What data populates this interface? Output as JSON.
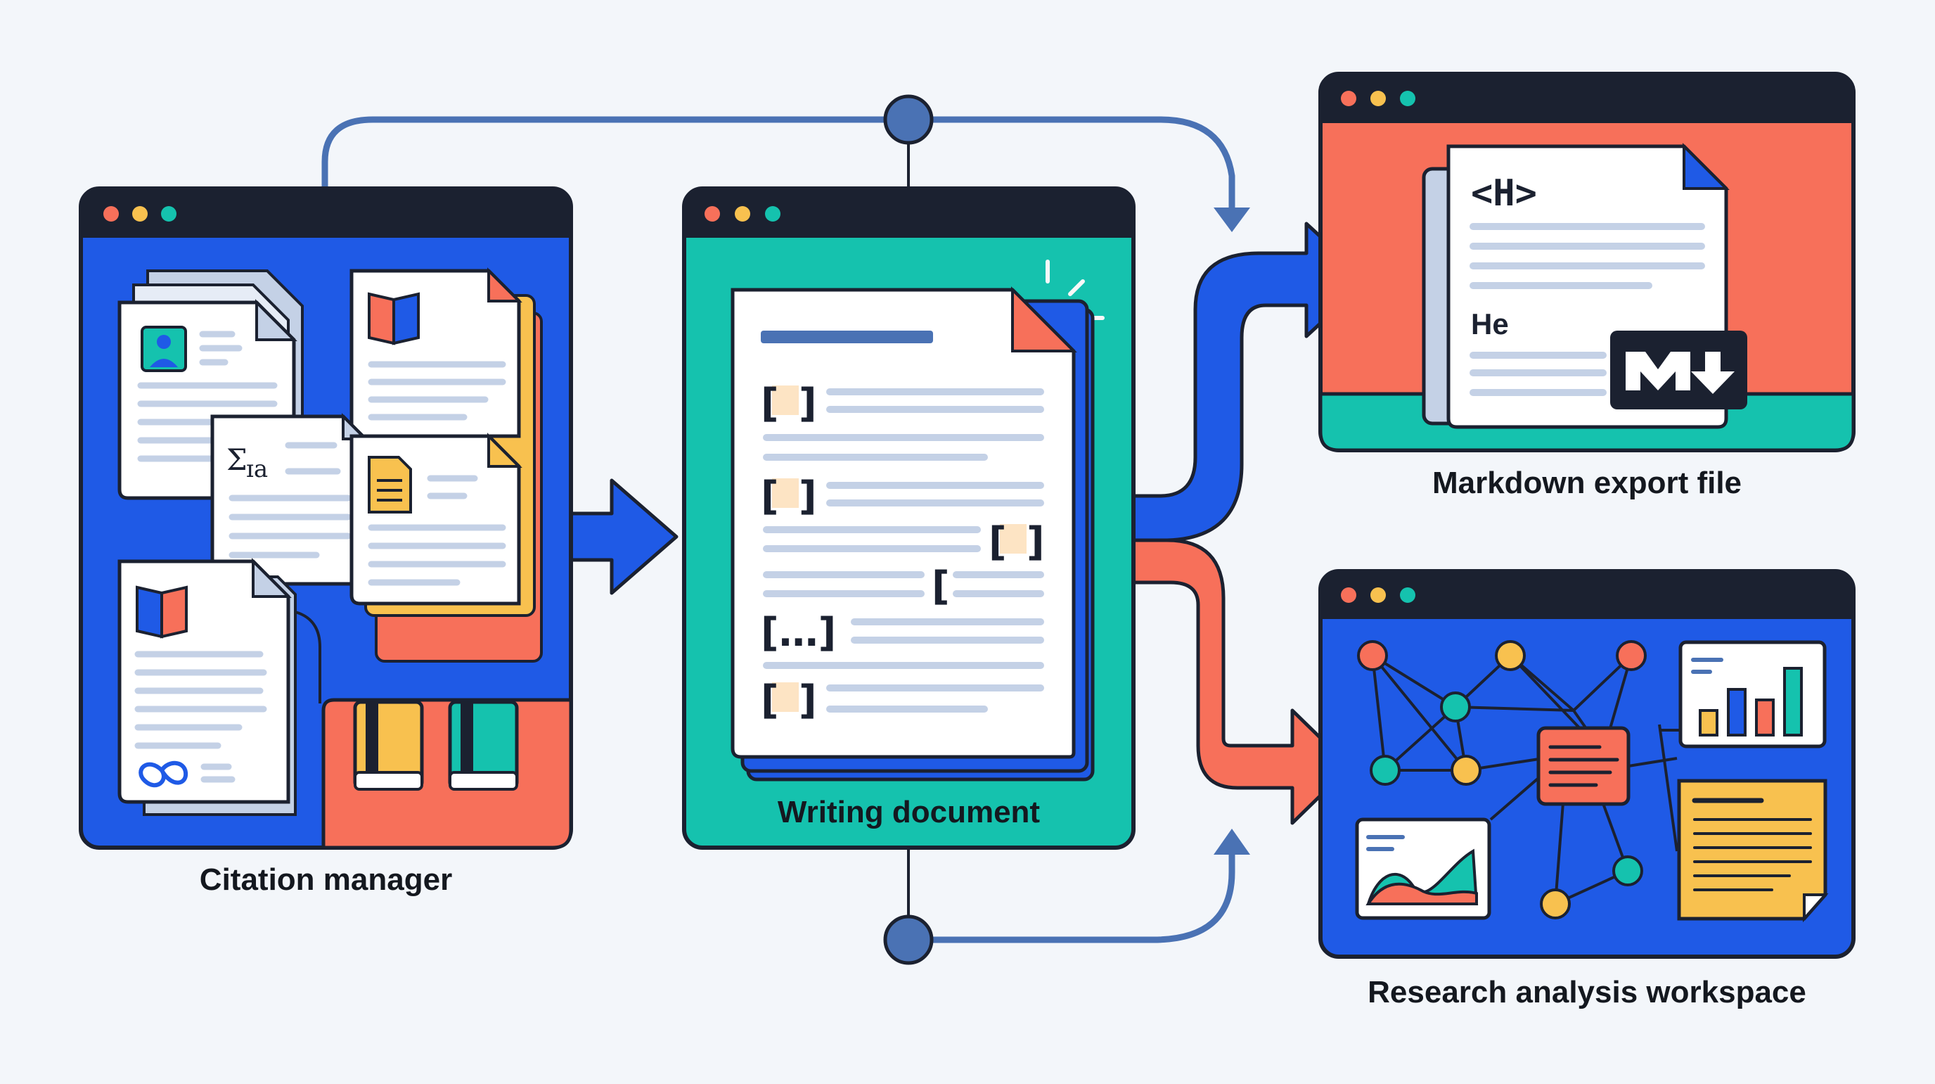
{
  "diagram": {
    "nodes": {
      "citation_manager": {
        "label": "Citation manager"
      },
      "writing_document": {
        "label": "Writing document"
      },
      "markdown_export": {
        "label": "Markdown export file",
        "code_heading": "<H>",
        "heading_text": "He"
      },
      "research_workspace": {
        "label": "Research analysis workspace"
      }
    },
    "edges": [
      {
        "from": "citation_manager",
        "to": "writing_document"
      },
      {
        "from": "writing_document",
        "to": "markdown_export"
      },
      {
        "from": "writing_document",
        "to": "research_workspace"
      },
      {
        "from": "citation_manager",
        "to": "markdown_export"
      },
      {
        "from": "writing_document",
        "to": "research_workspace"
      }
    ],
    "glyphs": {
      "formula": "Σ",
      "formula_sub": "ɪa",
      "ellipsis": "[…]"
    }
  },
  "colors": {
    "blue": "#1f5ae6",
    "teal": "#15c2ae",
    "coral": "#f7705a",
    "yellow": "#f8c14f",
    "dark": "#1b2130",
    "connector": "#4a72b4",
    "paper": "#ffffff",
    "line": "#c4d1e6"
  },
  "icons": [
    "window-controls-icon",
    "avatar-icon",
    "book-icon",
    "document-icon",
    "infinity-icon",
    "spark-icon",
    "markdown-download-icon",
    "network-graph-icon",
    "bar-chart-icon",
    "area-chart-icon",
    "note-icon"
  ]
}
